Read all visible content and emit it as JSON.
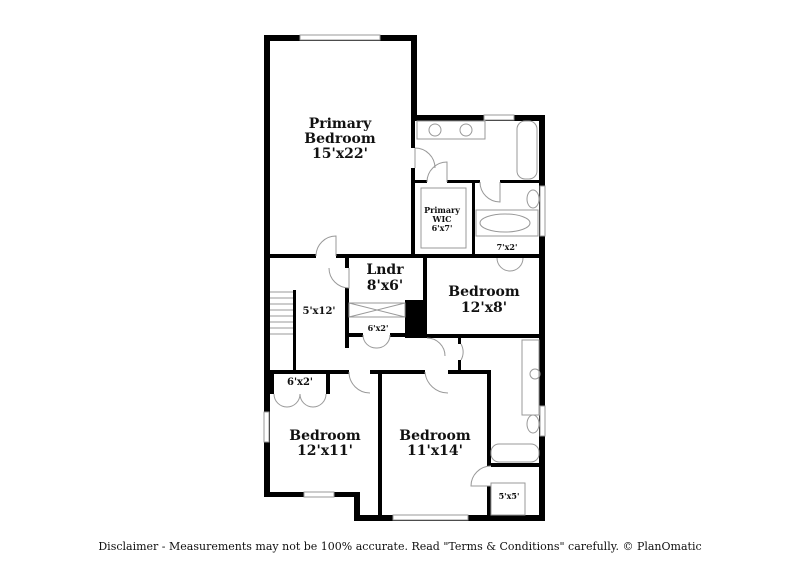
{
  "rooms": {
    "primary_bedroom": {
      "name_line1": "Primary",
      "name_line2": "Bedroom",
      "size": "15'x22'"
    },
    "primary_wic": {
      "name_line1": "Primary",
      "name_line2": "WIC",
      "size": "6'x7'"
    },
    "linen_closet": {
      "size": "7'x2'"
    },
    "laundry": {
      "name": "Lndr",
      "size": "8'x6'"
    },
    "bedroom_12x8": {
      "name": "Bedroom",
      "size": "12'x8'"
    },
    "hall": {
      "size": "5'x12'"
    },
    "hall_closet": {
      "size": "6'x2'"
    },
    "bedroom_closet": {
      "size": "6'x2'"
    },
    "bedroom_12x11": {
      "name": "Bedroom",
      "size": "12'x11'"
    },
    "bedroom_11x14": {
      "name": "Bedroom",
      "size": "11'x14'"
    },
    "closet_5x5": {
      "size": "5'x5'"
    }
  },
  "disclaimer": "Disclaimer - Measurements may not be 100% accurate. Read \"Terms & Conditions\" carefully. © PlanOmatic",
  "colors": {
    "wall": "#000000",
    "window": "#cccccc",
    "fixture": "#999999"
  }
}
